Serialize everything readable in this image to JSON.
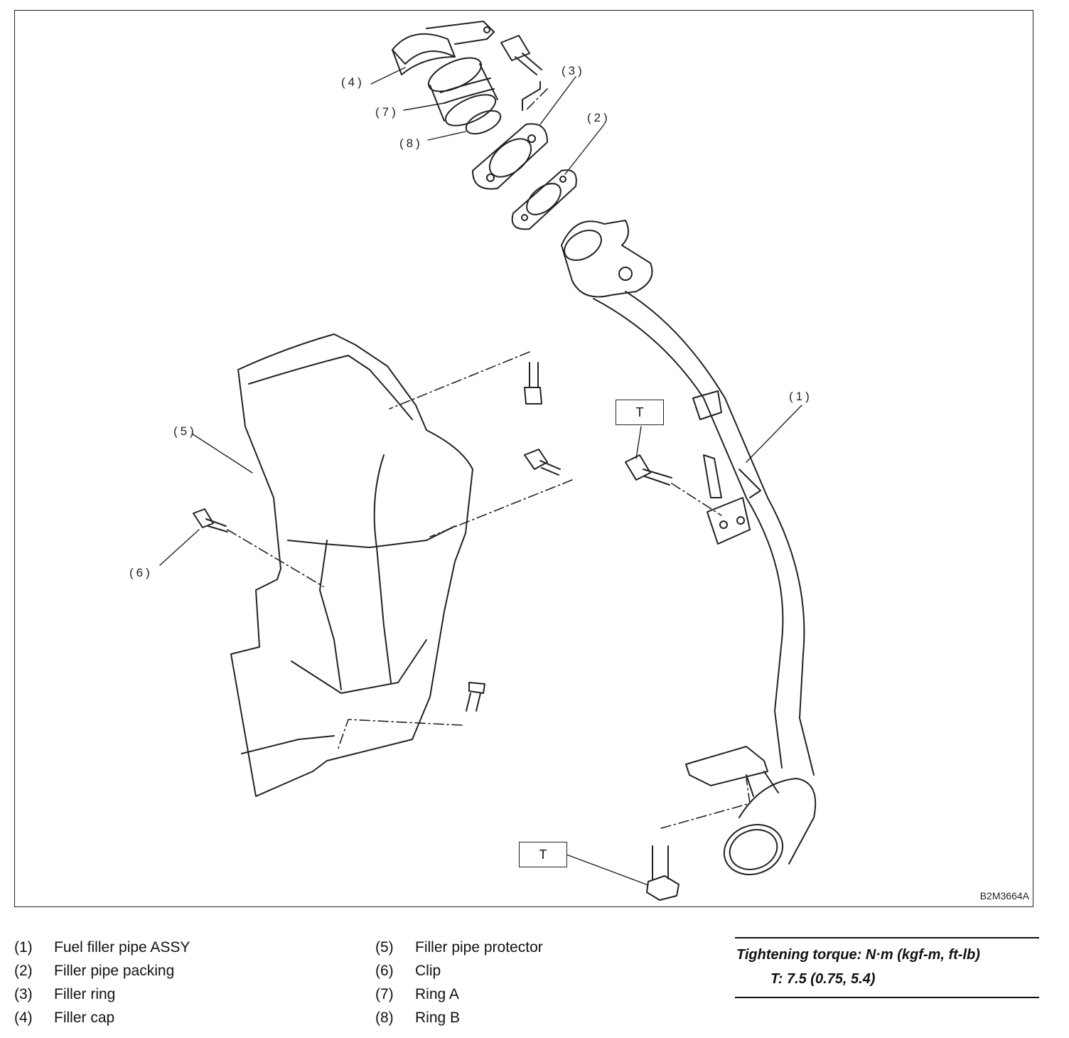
{
  "callouts": {
    "c1": "(1)",
    "c2": "(2)",
    "c3": "(3)",
    "c4": "(4)",
    "c5": "(5)",
    "c6": "(6)",
    "c7": "(7)",
    "c8": "(8)"
  },
  "torque_marker": "T",
  "figure_code": "B2M3664A",
  "legend": {
    "left": [
      {
        "num": "(1)",
        "label": "Fuel filler pipe ASSY"
      },
      {
        "num": "(2)",
        "label": "Filler pipe packing"
      },
      {
        "num": "(3)",
        "label": "Filler ring"
      },
      {
        "num": "(4)",
        "label": "Filler cap"
      }
    ],
    "right": [
      {
        "num": "(5)",
        "label": "Filler pipe protector"
      },
      {
        "num": "(6)",
        "label": "Clip"
      },
      {
        "num": "(7)",
        "label": "Ring A"
      },
      {
        "num": "(8)",
        "label": "Ring B"
      }
    ]
  },
  "torque": {
    "title": "Tightening torque: N·m (kgf-m, ft-lb)",
    "value": "T: 7.5 (0.75, 5.4)"
  }
}
